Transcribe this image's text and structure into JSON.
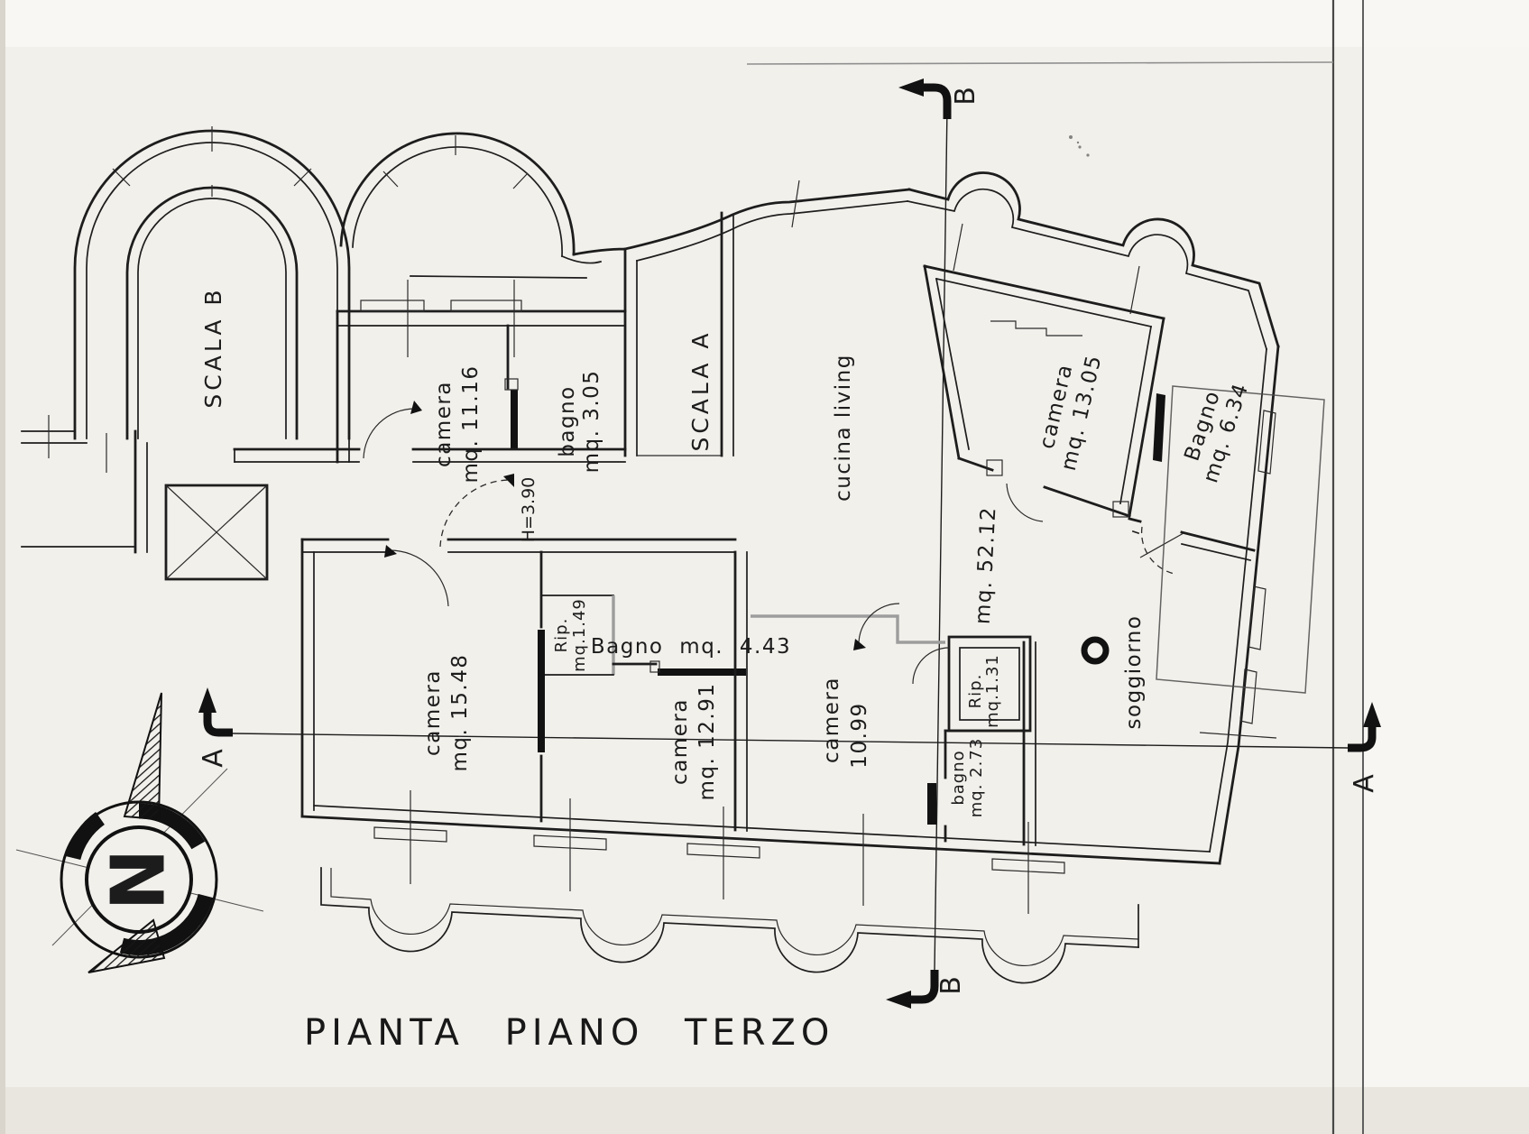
{
  "title": "PIANTA PIANO TERZO",
  "compass": {
    "north": "N"
  },
  "sections": {
    "a": "A",
    "b": "B"
  },
  "stairs": {
    "scala_a": "SCALA A",
    "scala_b": "SCALA B"
  },
  "rooms": {
    "camera_11_16": {
      "name": "camera",
      "area": "mq. 11.16"
    },
    "bagno_3_05": {
      "name": "bagno",
      "area": "mq. 3.05"
    },
    "cucina_living": {
      "name": "cucina living"
    },
    "camera_13_05": {
      "name": "camera",
      "area": "mq. 13.05"
    },
    "bagno_6_34": {
      "name": "Bagno",
      "area": "mq. 6.34"
    },
    "soggiorno": {
      "name": "soggiorno",
      "area": "mq. 52.12"
    },
    "camera_15_48": {
      "name": "camera",
      "area": "mq. 15.48"
    },
    "camera_12_91": {
      "name": "camera",
      "area": "mq. 12.91"
    },
    "camera_10_99": {
      "name": "camera",
      "area": "10.99"
    },
    "bagno_4_43": {
      "name": "Bagno mq. 4.43"
    },
    "bagno_2_73": {
      "name": "bagno",
      "area": "mq. 2.73"
    },
    "rip_1_49": {
      "name": "Rip.",
      "area": "mq.1.49"
    },
    "rip_1_31": {
      "name": "Rip.",
      "area": "mq.1.31"
    }
  },
  "annotations": {
    "height": "H=3.90"
  }
}
